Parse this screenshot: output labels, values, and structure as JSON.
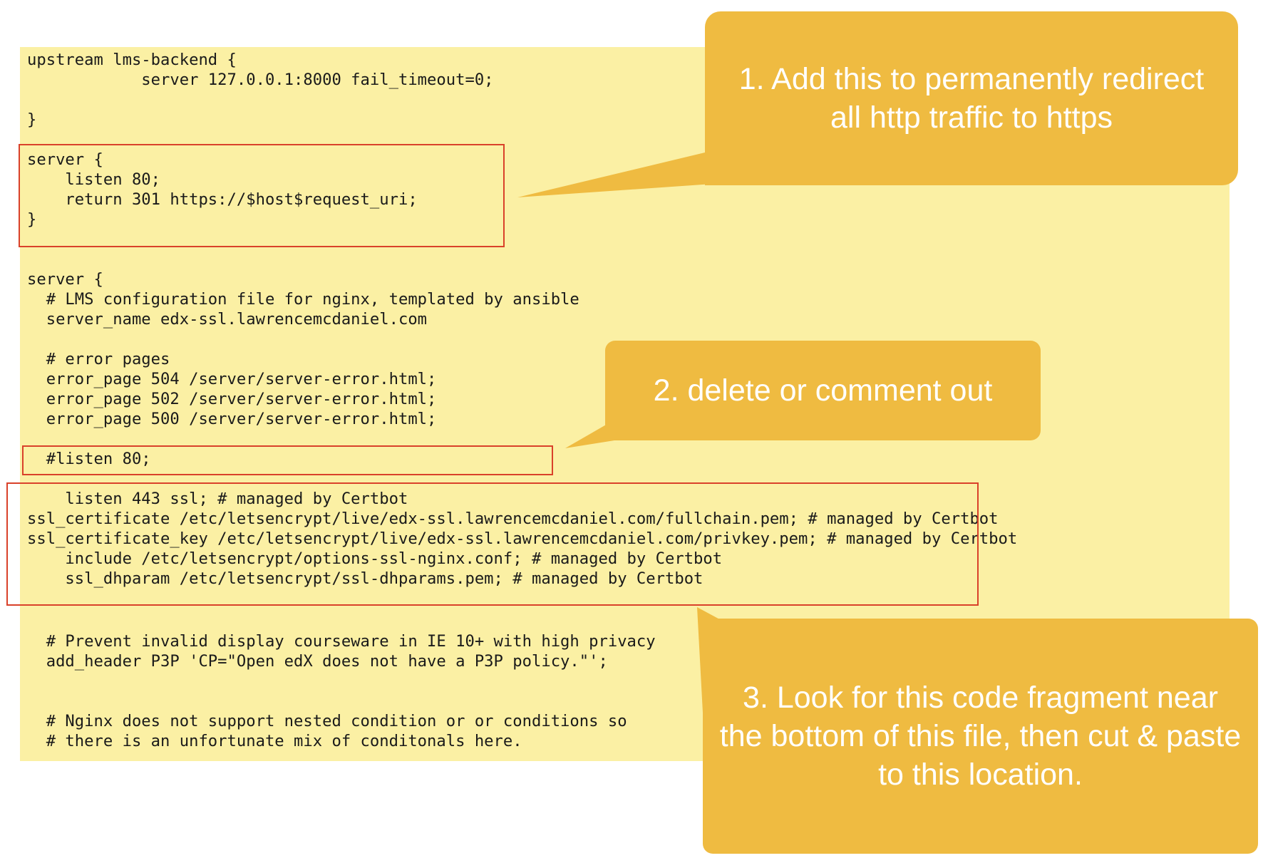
{
  "code": {
    "block1": "upstream lms-backend {\n            server 127.0.0.1:8000 fail_timeout=0;\n\n}\n\nserver {\n    listen 80;\n    return 301 https://$host$request_uri;\n}\n\n\nserver {\n  # LMS configuration file for nginx, templated by ansible\n  server_name edx-ssl.lawrencemcdaniel.com\n\n  # error pages\n  error_page 504 /server/server-error.html;\n  error_page 502 /server/server-error.html;\n  error_page 500 /server/server-error.html;\n\n  #listen 80;\n\n    listen 443 ssl; # managed by Certbot\nssl_certificate /etc/letsencrypt/live/edx-ssl.lawrencemcdaniel.com/fullchain.pem; # managed by Certbot\nssl_certificate_key /etc/letsencrypt/live/edx-ssl.lawrencemcdaniel.com/privkey.pem; # managed by Certbot\n    include /etc/letsencrypt/options-ssl-nginx.conf; # managed by Certbot\n    ssl_dhparam /etc/letsencrypt/ssl-dhparams.pem; # managed by Certbot",
    "block2": "  # Prevent invalid display courseware in IE 10+ with high privacy\n  add_header P3P 'CP=\"Open edX does not have a P3P policy.\"';\n\n\n  # Nginx does not support nested condition or or conditions so\n  # there is an unfortunate mix of conditonals here."
  },
  "callouts": {
    "step1": "1. Add this to permanently redirect all http traffic to https",
    "step2": "2. delete or comment out",
    "step3": "3. Look for this code fragment near the bottom of this file, then cut & paste to this location."
  },
  "colors": {
    "code_background": "#fbf0a4",
    "callout": "#efbb41",
    "highlight_box": "#d9412a",
    "callout_text": "#ffffff"
  }
}
